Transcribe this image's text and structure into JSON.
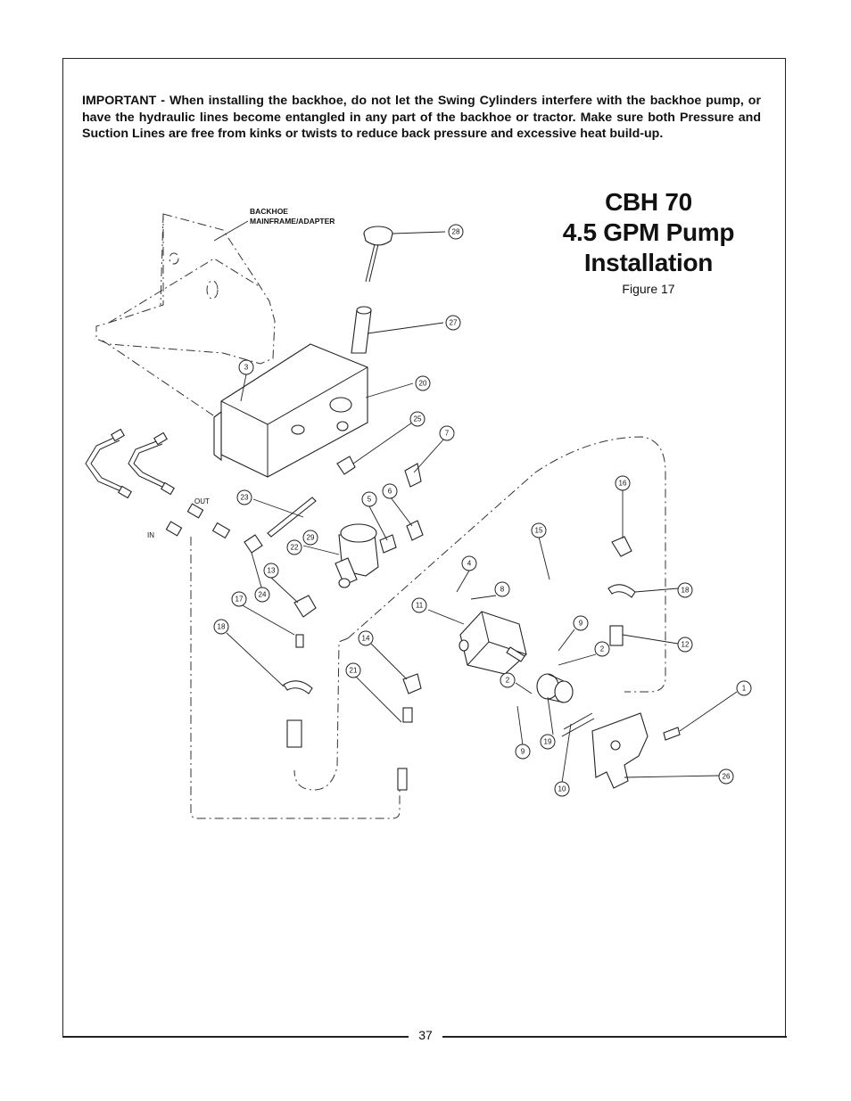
{
  "notice": {
    "text": "IMPORTANT - When installing the backhoe, do not let the Swing Cylinders interfere with the backhoe pump, or have the hydraulic lines become entangled in any part of the backhoe or tractor. Make sure both Pressure and Suction Lines are free from kinks or twists to reduce back pressure and excessive heat build-up."
  },
  "title": {
    "line1": "CBH 70",
    "line2": "4.5 GPM Pump",
    "line3": "Installation"
  },
  "figure_label": "Figure 17",
  "diagram_labels": {
    "mainframe_line1": "BACKHOE",
    "mainframe_line2": "MAINFRAME/ADAPTER",
    "out": "OUT",
    "in": "IN"
  },
  "callouts": [
    "28",
    "27",
    "3",
    "20",
    "25",
    "7",
    "23",
    "5",
    "6",
    "16",
    "29",
    "22",
    "15",
    "4",
    "8",
    "18",
    "13",
    "24",
    "17",
    "11",
    "18",
    "9",
    "2",
    "12",
    "14",
    "21",
    "2",
    "1",
    "9",
    "19",
    "26",
    "10"
  ],
  "page_number": "37"
}
